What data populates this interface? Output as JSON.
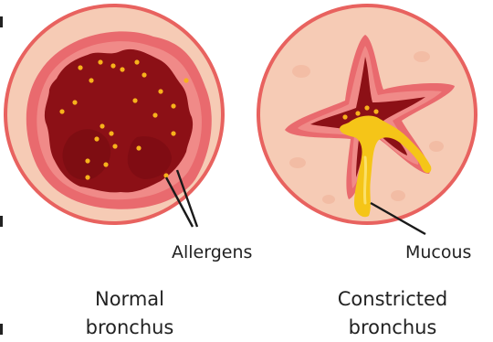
{
  "labels": {
    "allergens": "Allergens",
    "mucous": "Mucous"
  },
  "captions": {
    "left": {
      "line1": "Normal",
      "line2": "bronchus"
    },
    "right": {
      "line1": "Constricted",
      "line2": "bronchus"
    }
  },
  "colors": {
    "outer_tissue": "#f6cbb5",
    "outer_ring": "#e8625f",
    "wall": "#e96a6e",
    "wall_inner": "#f08a88",
    "lumen": "#8c1016",
    "lumen_dark": "#7a0c12",
    "allergen": "#f7b21c",
    "mucous": "#f5c518",
    "pointer": "#1a1a1a"
  }
}
